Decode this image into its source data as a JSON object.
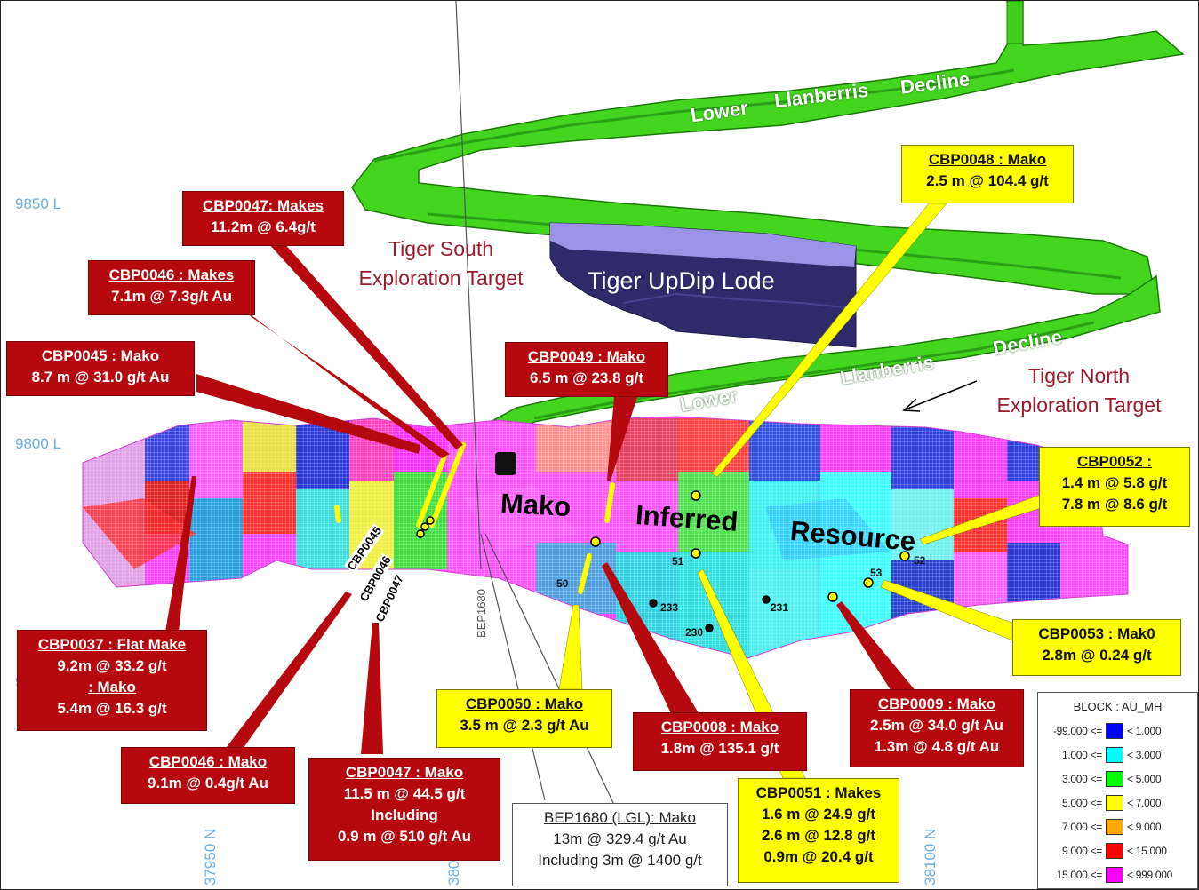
{
  "levels": {
    "l9850": "9850 L",
    "l9800": "9800 L",
    "l9750": "9"
  },
  "northings": {
    "n37950": "37950 N",
    "n38000": "380",
    "n38100": "38100 N"
  },
  "declines": {
    "upper": [
      "Lower",
      "Llanberris",
      "Decline"
    ],
    "lower": [
      "Lower",
      "Llanberris",
      "Decline"
    ]
  },
  "targets": {
    "south": [
      "Tiger South",
      "Exploration Target"
    ],
    "north": [
      "Tiger North",
      "Exploration Target"
    ]
  },
  "lode": "Tiger UpDip Lode",
  "resource": [
    "Mako",
    "Inferred",
    "Resource"
  ],
  "hole_labels": [
    "CBP0045",
    "CBP0046",
    "CBP0047",
    "BEP1680"
  ],
  "point_labels": [
    "50",
    "51",
    "52",
    "53",
    "233",
    "230",
    "231"
  ],
  "callouts": {
    "cbp0047_makes": {
      "title": "CBP0047: Makes",
      "lines": [
        "11.2m @ 6.4g/t"
      ]
    },
    "cbp0046_makes": {
      "title": "CBP0046 : Makes",
      "lines": [
        "7.1m @ 7.3g/t Au"
      ]
    },
    "cbp0045_mako": {
      "title": "CBP0045 : Mako",
      "lines": [
        "8.7 m @ 31.0 g/t Au"
      ]
    },
    "cbp0049_mako": {
      "title": "CBP0049 : Mako",
      "lines": [
        "6.5 m @ 23.8 g/t"
      ]
    },
    "cbp0048_mako": {
      "title": "CBP0048 : Mako",
      "lines": [
        "2.5 m @ 104.4 g/t"
      ]
    },
    "cbp0052": {
      "title": "CBP0052 :",
      "lines": [
        "1.4 m @ 5.8 g/t",
        "7.8 m @ 8.6 g/t"
      ]
    },
    "cbp0053_mako": {
      "title": "CBP0053 : Mak0",
      "lines": [
        "2.8m @ 0.24 g/t"
      ]
    },
    "cbp0037": {
      "title": "CBP0037 : Flat Make",
      "lines": [
        "9.2m @ 33.2 g/t"
      ],
      "title2": ": Mako",
      "lines2": [
        "5.4m @ 16.3 g/t"
      ]
    },
    "cbp0046_mako": {
      "title": "CBP0046 : Mako",
      "lines": [
        "9.1m @ 0.4g/t Au"
      ]
    },
    "cbp0047_mako": {
      "title": "CBP0047 : Mako",
      "lines": [
        "11.5 m @ 44.5 g/t",
        "Including",
        "0.9 m @ 510 g/t Au"
      ]
    },
    "cbp0050_mako": {
      "title": "CBP0050 : Mako",
      "lines": [
        "3.5 m @ 2.3 g/t Au"
      ]
    },
    "cbp0008_mako": {
      "title": "CBP0008 : Mako",
      "lines": [
        "1.8m @ 135.1 g/t"
      ]
    },
    "cbp0009_mako": {
      "title": "CBP0009 : Mako",
      "lines": [
        "2.5m @ 34.0 g/t Au",
        "1.3m @ 4.8 g/t Au"
      ]
    },
    "cbp0051_makes": {
      "title": "CBP0051 : Makes",
      "lines": [
        "1.6 m @ 24.9 g/t",
        "2.6 m @ 12.8 g/t",
        "0.9m @ 20.4 g/t"
      ]
    },
    "bep1680": {
      "title": "BEP1680 (LGL): Mako",
      "lines": [
        "13m @ 329.4 g/t Au",
        "Including 3m @ 1400 g/t"
      ]
    }
  },
  "legend": {
    "title": "BLOCK : AU_MH",
    "rows": [
      {
        "lo": "-99.000 <=",
        "hi": "< 1.000",
        "color": "#0000ff"
      },
      {
        "lo": "1.000 <=",
        "hi": "< 3.000",
        "color": "#00ffff"
      },
      {
        "lo": "3.000 <=",
        "hi": "< 5.000",
        "color": "#00ff00"
      },
      {
        "lo": "5.000 <=",
        "hi": "< 7.000",
        "color": "#ffff00"
      },
      {
        "lo": "7.000 <=",
        "hi": "< 9.000",
        "color": "#ffaa00"
      },
      {
        "lo": "9.000 <=",
        "hi": "< 15.000",
        "color": "#ff0000"
      },
      {
        "lo": "15.000 <=",
        "hi": "< 999.000",
        "color": "#ff00ff"
      }
    ]
  }
}
